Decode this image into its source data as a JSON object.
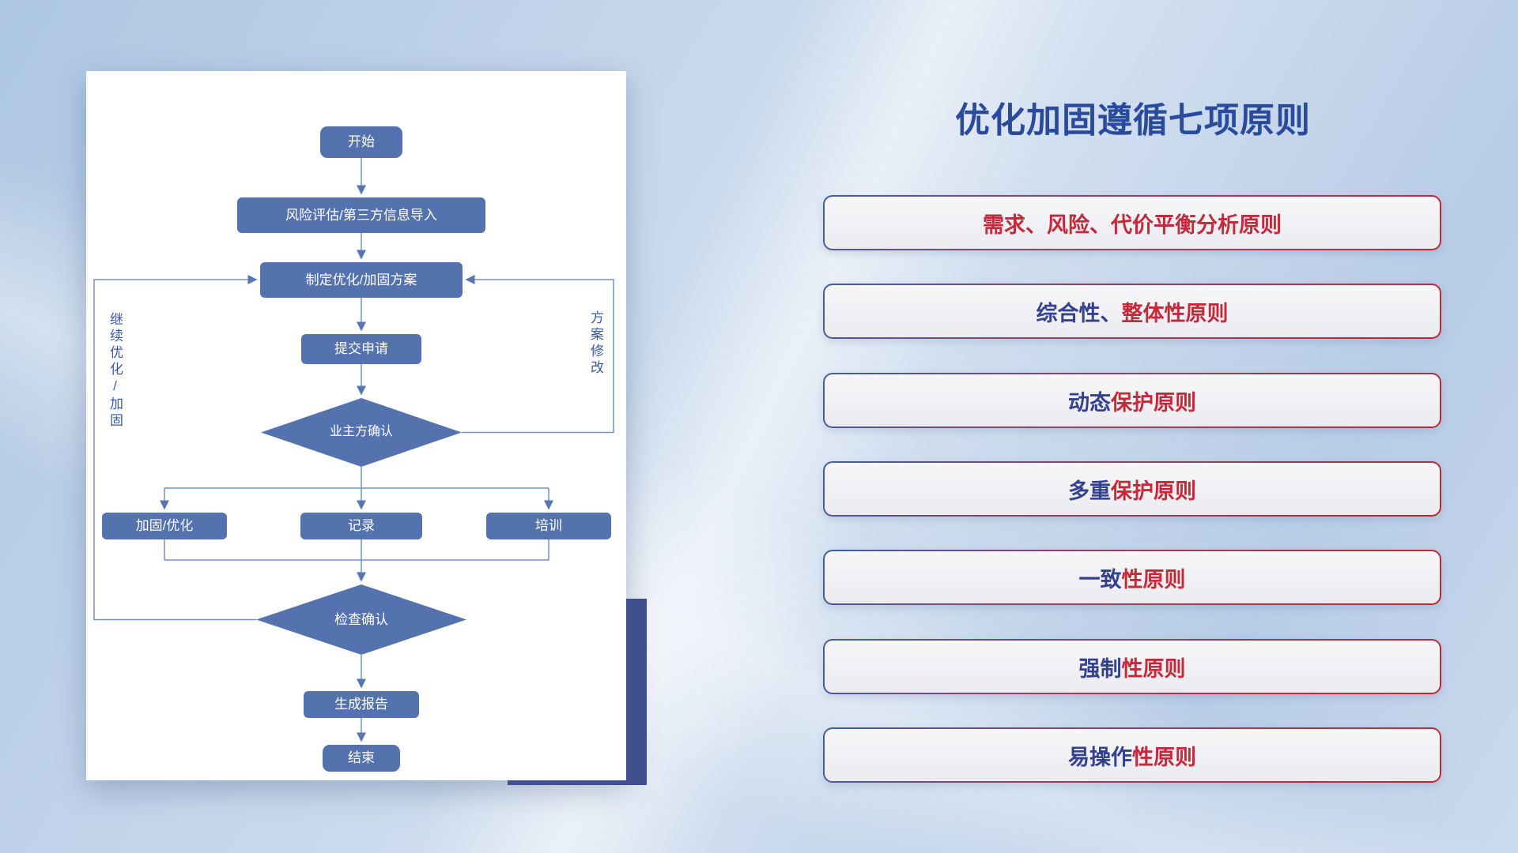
{
  "flowchart": {
    "nodes": {
      "start": "开始",
      "risk": "风险评估/第三方信息导入",
      "plan": "制定优化/加固方案",
      "submit": "提交申请",
      "owner_confirm": "业主方确认",
      "reinforce": "加固/优化",
      "record": "记录",
      "training": "培训",
      "check_confirm": "检查确认",
      "report": "生成报告",
      "end": "结束"
    },
    "edge_labels": {
      "left_loop": "继续优化/加固",
      "right_loop": "方案修改"
    }
  },
  "panel": {
    "title": "优化加固遵循七项原则",
    "principles": [
      {
        "blue": "",
        "red": "需求、风险、代价平衡分析原则"
      },
      {
        "blue": "综合性、",
        "red": "整体性原则"
      },
      {
        "blue": "动态",
        "red": "保护原则"
      },
      {
        "blue": "多重",
        "red": "保护原则"
      },
      {
        "blue": "一致",
        "red": "性原则"
      },
      {
        "blue": "强制",
        "red": "性原则"
      },
      {
        "blue": "易操作",
        "red": "性原则"
      }
    ]
  },
  "colors": {
    "node_fill": "#5472ae",
    "connector": "#7590c2",
    "title_navy": "#2a4a9c",
    "principle_red": "#c5293a",
    "principle_blue": "#33418f",
    "accent_navy": "#3f4f90"
  }
}
